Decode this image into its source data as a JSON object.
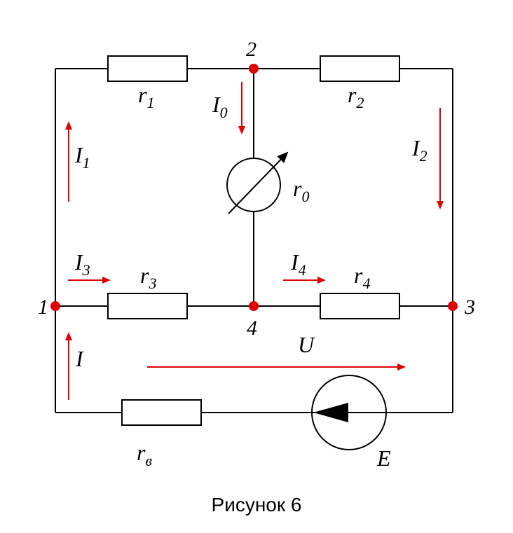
{
  "caption": "Рисунок 6",
  "nodes": {
    "n1": "1",
    "n2": "2",
    "n3": "3",
    "n4": "4"
  },
  "resistors": {
    "r1": {
      "base": "r",
      "sub": "1"
    },
    "r2": {
      "base": "r",
      "sub": "2"
    },
    "r3": {
      "base": "r",
      "sub": "3"
    },
    "r4": {
      "base": "r",
      "sub": "4"
    },
    "r0": {
      "base": "r",
      "sub": "0"
    },
    "rv": {
      "base": "r",
      "sub": "в"
    }
  },
  "currents": {
    "I": {
      "base": "I",
      "sub": ""
    },
    "I0": {
      "base": "I",
      "sub": "0"
    },
    "I1": {
      "base": "I",
      "sub": "1"
    },
    "I2": {
      "base": "I",
      "sub": "2"
    },
    "I3": {
      "base": "I",
      "sub": "3"
    },
    "I4": {
      "base": "I",
      "sub": "4"
    }
  },
  "voltage": "U",
  "source": "E",
  "colors": {
    "current": "#e10000",
    "wire": "#000000"
  }
}
